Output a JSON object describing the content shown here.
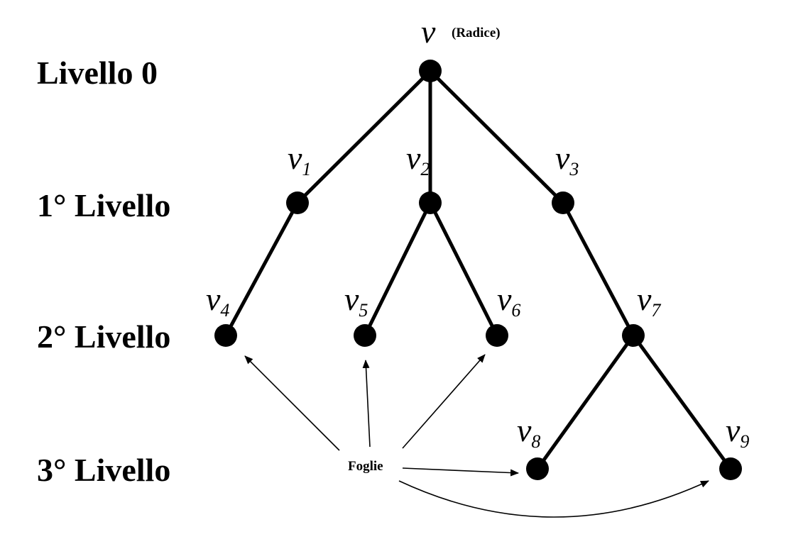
{
  "levels": [
    "Livello 0",
    "1° Livello",
    "2° Livello",
    "3° Livello"
  ],
  "root": {
    "letter": "v",
    "note": "(Radice)"
  },
  "nodes": [
    {
      "id": "v1",
      "letter": "v",
      "sub": "1"
    },
    {
      "id": "v2",
      "letter": "v",
      "sub": "2"
    },
    {
      "id": "v3",
      "letter": "v",
      "sub": "3"
    },
    {
      "id": "v4",
      "letter": "v",
      "sub": "4"
    },
    {
      "id": "v5",
      "letter": "v",
      "sub": "5"
    },
    {
      "id": "v6",
      "letter": "v",
      "sub": "6"
    },
    {
      "id": "v7",
      "letter": "v",
      "sub": "7"
    },
    {
      "id": "v8",
      "letter": "v",
      "sub": "8"
    },
    {
      "id": "v9",
      "letter": "v",
      "sub": "9"
    }
  ],
  "edges": [
    [
      "v",
      "v1"
    ],
    [
      "v",
      "v2"
    ],
    [
      "v",
      "v3"
    ],
    [
      "v1",
      "v4"
    ],
    [
      "v2",
      "v5"
    ],
    [
      "v2",
      "v6"
    ],
    [
      "v3",
      "v7"
    ],
    [
      "v7",
      "v8"
    ],
    [
      "v7",
      "v9"
    ]
  ],
  "leaves_label": "Foglie",
  "leaves": [
    "v4",
    "v5",
    "v6",
    "v8",
    "v9"
  ]
}
